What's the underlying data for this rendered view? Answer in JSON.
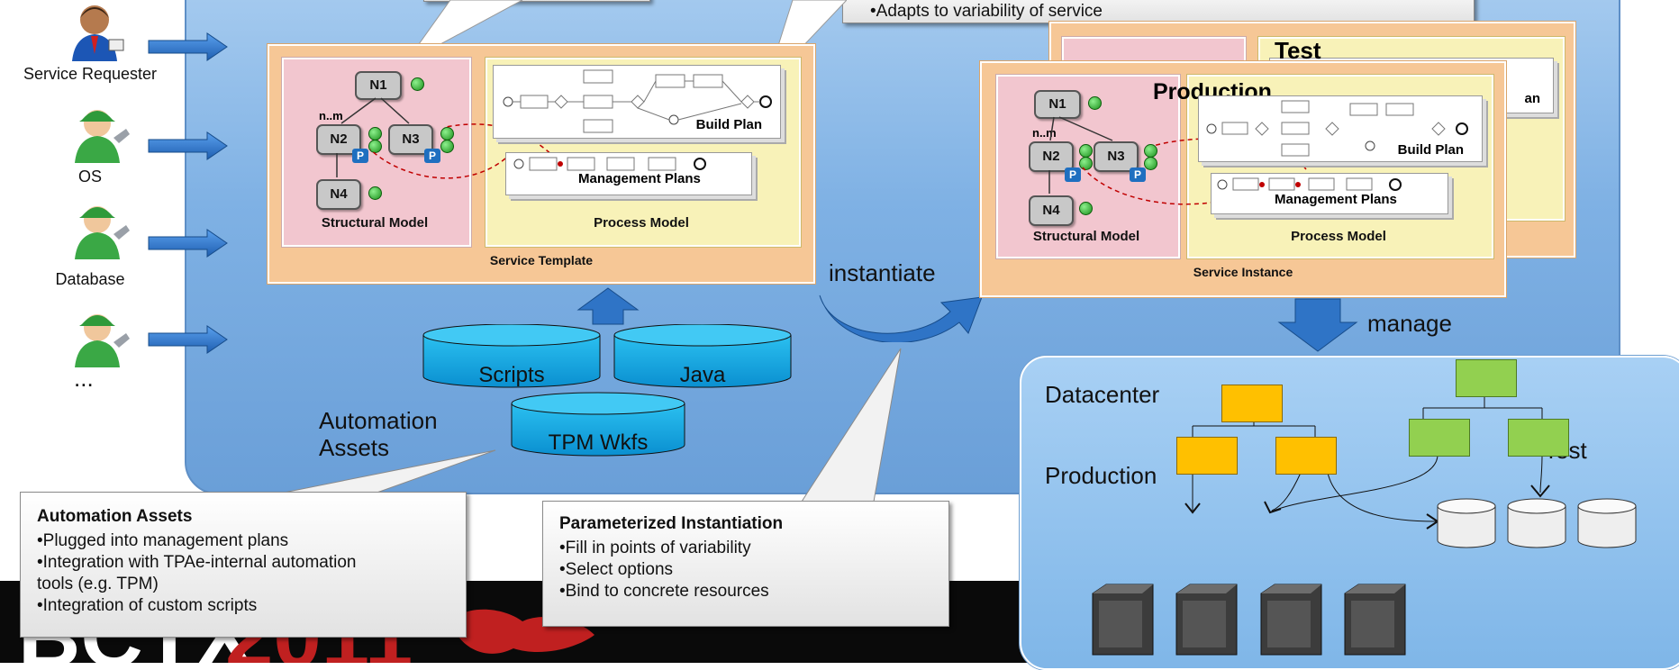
{
  "actors": [
    {
      "label": "Service Requester"
    },
    {
      "label": "OS"
    },
    {
      "label": "Database"
    },
    {
      "label": "..."
    }
  ],
  "top_callout": {
    "line": "•Adapts to variability of service"
  },
  "service_template": {
    "label": "Service Template",
    "structural_model_label": "Structural Model",
    "process_model_label": "Process Model",
    "build_plan_label": "Build Plan",
    "management_plans_label": "Management Plans",
    "multiplicity": "n..m",
    "nodes": [
      "N1",
      "N2",
      "N3",
      "N4"
    ],
    "p_badge": "P"
  },
  "service_instance": {
    "label": "Service Instance",
    "stack_back_title": "Test",
    "stack_front_title": "Production",
    "structural_model_label": "Structural Model",
    "process_model_label": "Process Model",
    "build_plan_label": "Build Plan",
    "management_plans_label": "Management Plans",
    "hidden_text_fragment": "an",
    "multiplicity": "n..m",
    "nodes": [
      "N1",
      "N2",
      "N3",
      "N4"
    ],
    "p_badge": "P"
  },
  "arrows": {
    "instantiate": "instantiate",
    "manage": "manage"
  },
  "assets": {
    "title": "Automation Assets",
    "cylinders": [
      "Scripts",
      "Java",
      "TPM Wkfs"
    ]
  },
  "callout_assets": {
    "title": "Automation Assets",
    "lines": [
      "•Plugged into management plans",
      "•Integration with TPAe-internal automation",
      "tools (e.g. TPM)",
      "•Integration of custom scripts"
    ]
  },
  "callout_instantiation": {
    "title": "Parameterized Instantiation",
    "lines": [
      "•Fill in points of variability",
      "•Select options",
      "•Bind to concrete resources"
    ]
  },
  "datacenter": {
    "title": "Datacenter",
    "production_label": "Production",
    "test_label": "Test"
  },
  "colors": {
    "panel": "#7fb1e4",
    "template": "#f6c796",
    "structural": "#f2c6cf",
    "process": "#f8f2b8",
    "production_box": "#ffc000",
    "test_box": "#92d050",
    "arrow": "#2f74c6"
  }
}
